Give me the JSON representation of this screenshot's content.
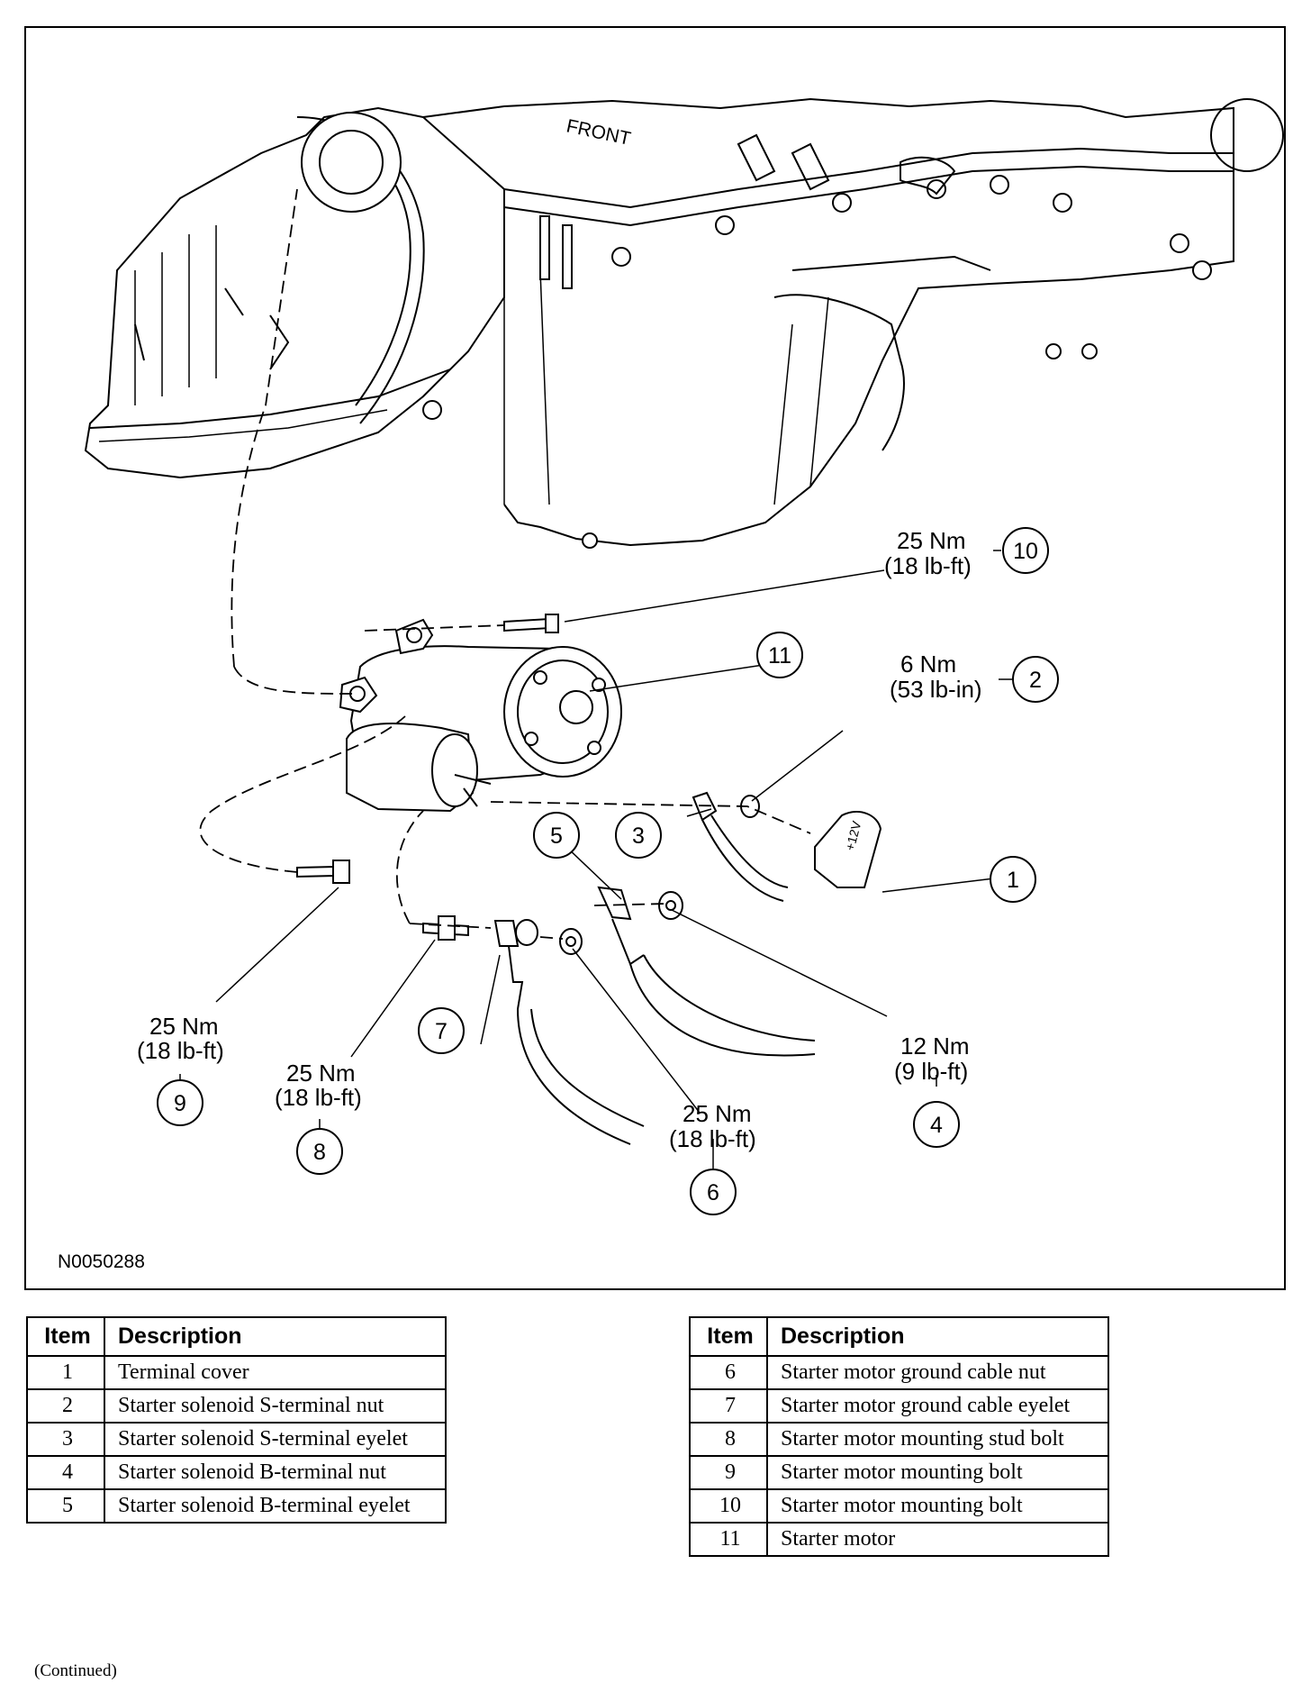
{
  "figure": {
    "reference_id": "N0050288",
    "engine_marking": "FRONT",
    "terminal_cover_text": "+12V",
    "callouts": [
      {
        "num": "1"
      },
      {
        "num": "2",
        "torque": [
          "6 Nm",
          "(53 lb-in)"
        ]
      },
      {
        "num": "3"
      },
      {
        "num": "4",
        "torque": [
          "12 Nm",
          "(9 lb-ft)"
        ]
      },
      {
        "num": "5"
      },
      {
        "num": "6",
        "torque": [
          "25 Nm",
          "(18 lb-ft)"
        ]
      },
      {
        "num": "7"
      },
      {
        "num": "8",
        "torque": [
          "25 Nm",
          "(18 lb-ft)"
        ]
      },
      {
        "num": "9",
        "torque": [
          "25 Nm",
          "(18 lb-ft)"
        ]
      },
      {
        "num": "10",
        "torque": [
          "25 Nm",
          "(18 lb-ft)"
        ]
      },
      {
        "num": "11"
      }
    ]
  },
  "tables": {
    "headers": {
      "item": "Item",
      "description": "Description"
    },
    "left": [
      {
        "item": "1",
        "description": "Terminal cover"
      },
      {
        "item": "2",
        "description": "Starter solenoid S-terminal nut"
      },
      {
        "item": "3",
        "description": "Starter solenoid S-terminal eyelet"
      },
      {
        "item": "4",
        "description": "Starter solenoid B-terminal nut"
      },
      {
        "item": "5",
        "description": "Starter solenoid B-terminal eyelet"
      }
    ],
    "right": [
      {
        "item": "6",
        "description": "Starter motor ground cable nut"
      },
      {
        "item": "7",
        "description": "Starter motor ground cable eyelet"
      },
      {
        "item": "8",
        "description": "Starter motor mounting stud bolt"
      },
      {
        "item": "9",
        "description": "Starter motor mounting bolt"
      },
      {
        "item": "10",
        "description": "Starter motor mounting bolt"
      },
      {
        "item": "11",
        "description": "Starter motor"
      }
    ]
  },
  "footer": {
    "continued": "(Continued)"
  }
}
